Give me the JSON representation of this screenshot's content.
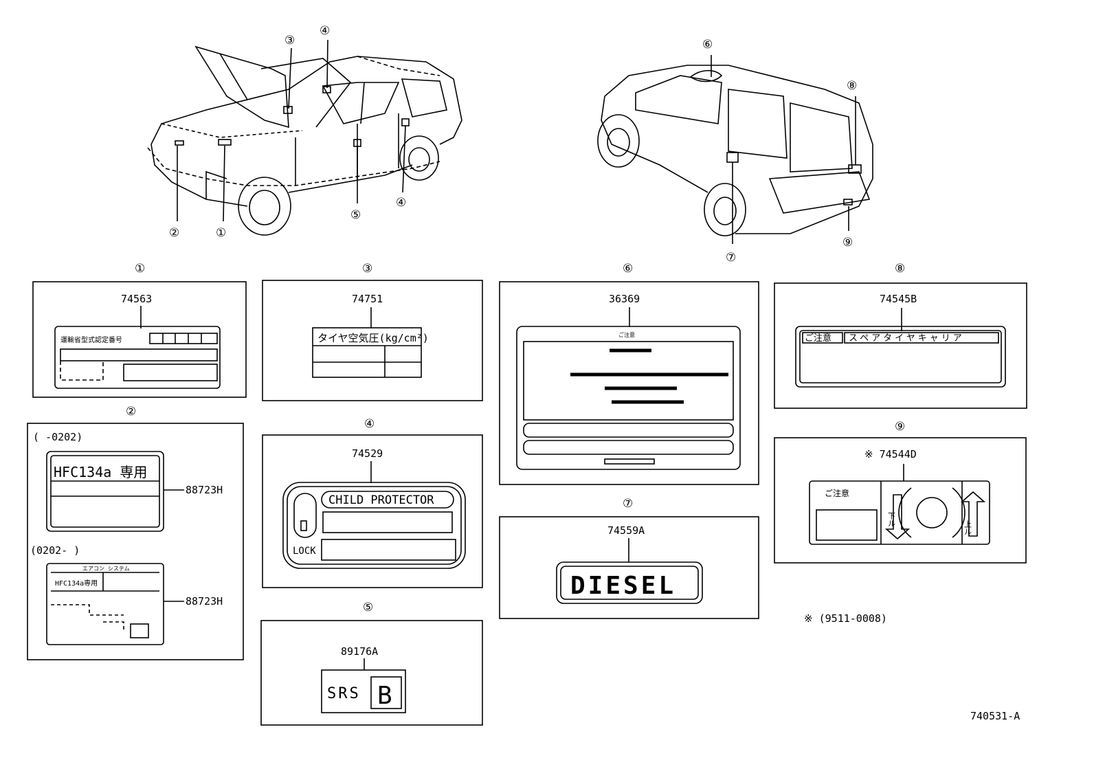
{
  "callout_markers": [
    "①",
    "②",
    "③",
    "④",
    "⑤",
    "⑥",
    "⑦",
    "⑧",
    "⑨"
  ],
  "parts": {
    "p1": {
      "marker": "①",
      "number": "74563",
      "jp_text": "運輸省型式認定番号"
    },
    "p2": {
      "marker": "②",
      "range_a": "(      -0202)",
      "range_b": "(0202-      )",
      "number_a": "88723H",
      "number_b": "88723H",
      "label_a": "HFC134a 専用",
      "label_b_title": "エアコン システム",
      "label_b": "HFC134a専用"
    },
    "p3": {
      "marker": "③",
      "number": "74751",
      "label": "タイヤ空気圧(kg/cm²)"
    },
    "p4": {
      "marker": "④",
      "number": "74529",
      "label": "CHILD PROTECTOR",
      "lock": "LOCK"
    },
    "p5": {
      "marker": "⑤",
      "number": "89176A",
      "label": "SRS",
      "letter": "B"
    },
    "p6": {
      "marker": "⑥",
      "number": "36369",
      "label": "ご注意"
    },
    "p7": {
      "marker": "⑦",
      "number": "74559A",
      "label": "DIESEL"
    },
    "p8": {
      "marker": "⑧",
      "number": "74545B",
      "label_a": "ご注意",
      "label_b": "スペアタイヤキャリア"
    },
    "p9": {
      "marker": "⑨",
      "number": "※ 74544D",
      "label": "ご注意",
      "down": "下ル",
      "up": "上ル"
    }
  },
  "footnote": "※ (9511-0008)",
  "drawing_id": "740531-A"
}
